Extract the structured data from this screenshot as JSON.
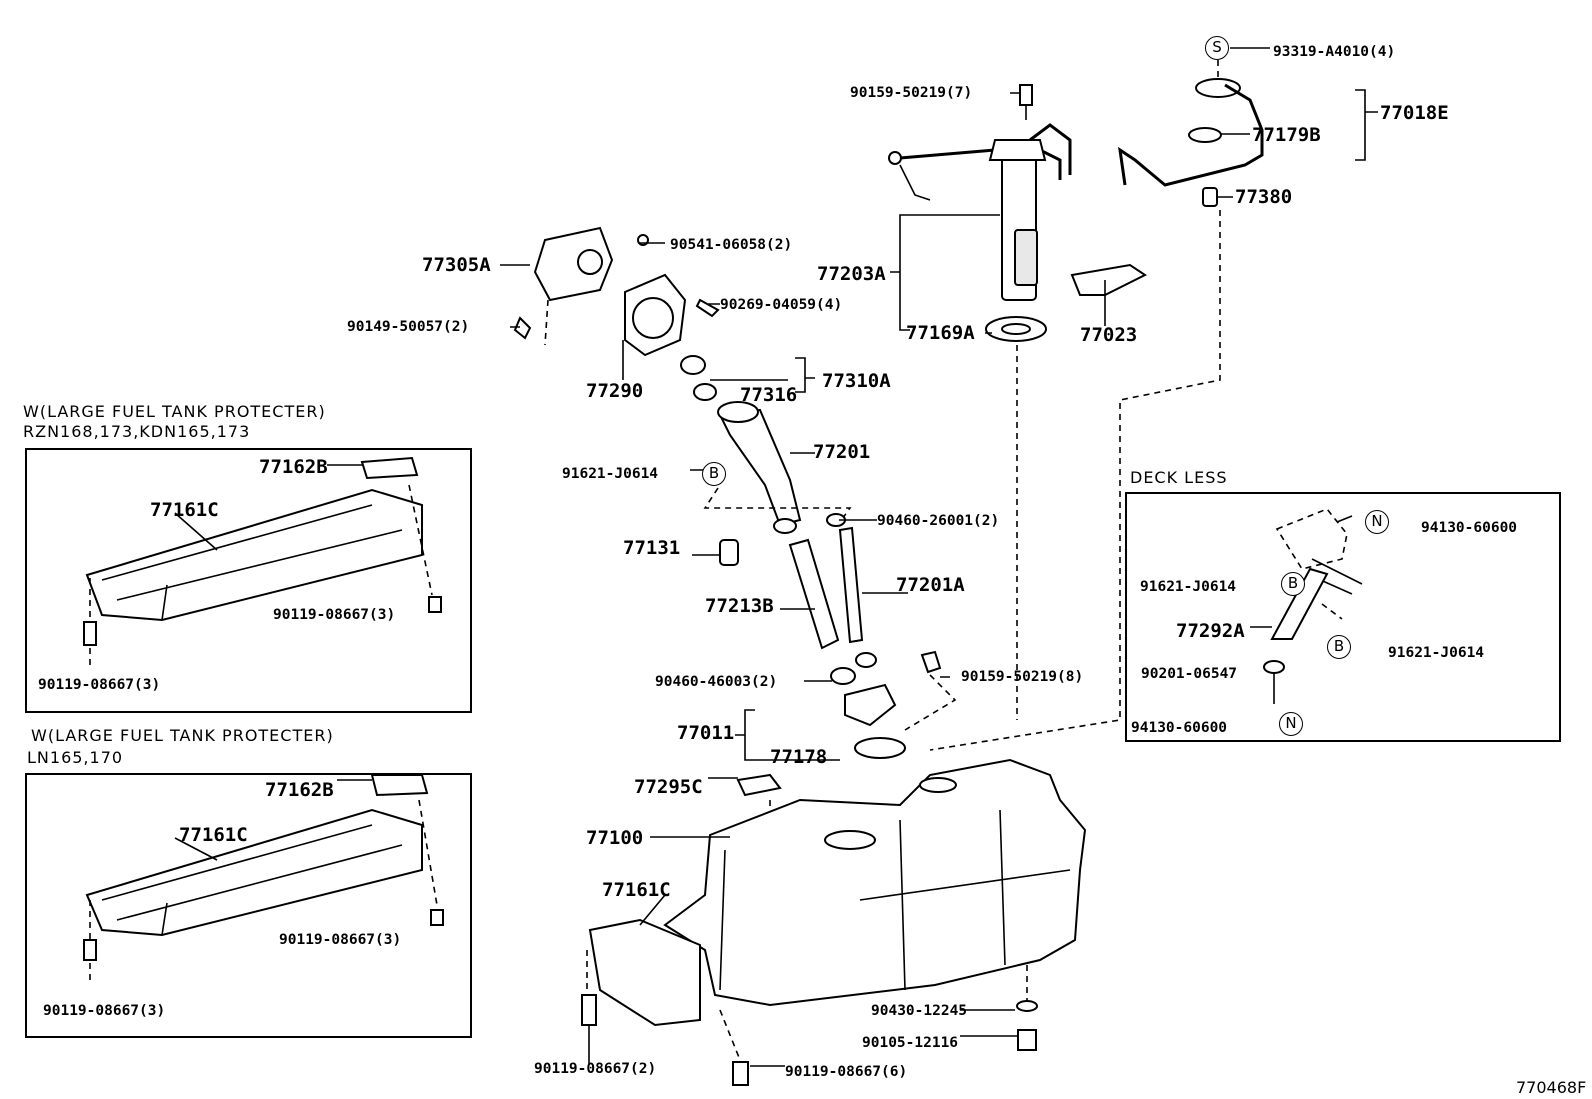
{
  "figure_ref": "770468F",
  "insets": [
    {
      "header_line1": "W(LARGE FUEL TANK PROTECTER)",
      "header_line2": "RZN168,173,KDN165,173",
      "labels": {
        "bracket": "77162B",
        "protector": "77161C",
        "bolt_right": "90119-08667(3)",
        "bolt_left": "90119-08667(3)"
      }
    },
    {
      "header_line1": "W(LARGE FUEL TANK PROTECTER)",
      "header_line2": "LN165,170",
      "labels": {
        "bracket": "77162B",
        "protector": "77161C",
        "bolt_right": "90119-08667(3)",
        "bolt_left": "90119-08667(3)"
      }
    },
    {
      "header_line1": "DECK LESS",
      "labels": {
        "nut_top": "94130-60600",
        "clamp_left": "91621-J0614",
        "bracket": "77292A",
        "clamp_right": "91621-J0614",
        "washer": "90201-06547",
        "nut_bottom": "94130-60600"
      },
      "symbols": {
        "nut": "N",
        "clamp": "B"
      }
    }
  ],
  "symbols": {
    "screw": "S",
    "clamp": "B"
  },
  "labels": {
    "l93319": "93319-A4010(4)",
    "l90159_top": "90159-50219(7)",
    "l77018E": "77018E",
    "l77179B": "77179B",
    "l77380": "77380",
    "l77305A": "77305A",
    "l90541": "90541-06058(2)",
    "l77203A": "77203A",
    "l90149": "90149-50057(2)",
    "l90269": "90269-04059(4)",
    "l77169A": "77169A",
    "l77023": "77023",
    "l77290": "77290",
    "l77316": "77316",
    "l77310A": "77310A",
    "l77201": "77201",
    "l91621": "91621-J0614",
    "l90460_26001": "90460-26001(2)",
    "l77131": "77131",
    "l77201A": "77201A",
    "l77213B": "77213B",
    "l90460_46003": "90460-46003(2)",
    "l90159_bot": "90159-50219(8)",
    "l77011": "77011",
    "l77178": "77178",
    "l77295C": "77295C",
    "l77100": "77100",
    "l77161C": "77161C",
    "l90430": "90430-12245",
    "l90105": "90105-12116",
    "l90119_2": "90119-08667(2)",
    "l90119_6": "90119-08667(6)"
  }
}
